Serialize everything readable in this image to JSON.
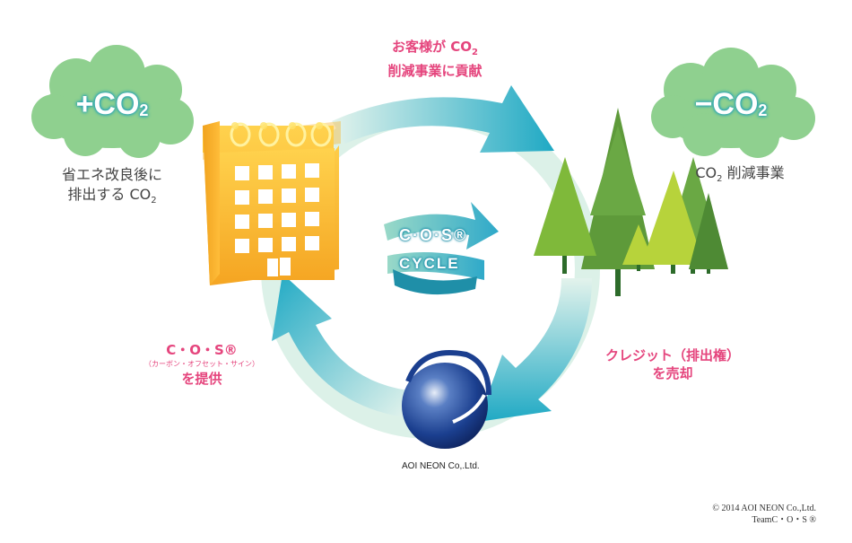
{
  "left_cloud": {
    "title": "+CO",
    "title_sub": "2",
    "caption_line1": "省エネ改良後に",
    "caption_line2": "排出する CO",
    "caption_sub": "2"
  },
  "right_cloud": {
    "title": "−CO",
    "title_sub": "2",
    "caption_pre": "CO",
    "caption_sub": "2",
    "caption_post": " 削減事業"
  },
  "top_label": {
    "line1_pre": "お客様が CO",
    "line1_sub": "2",
    "line2": "削減事業に貢献"
  },
  "right_label": {
    "line1": "クレジット（排出権）",
    "line2": "を売却"
  },
  "left_label": {
    "line1": "C・O・S®",
    "line2": "（カーボン・オフセット・サイン）",
    "line3": "を提供"
  },
  "center_logo": {
    "line1": "C·O·S®",
    "line2": "CYCLE"
  },
  "company": {
    "name": "AOI NEON Co,.Ltd."
  },
  "copyright": {
    "line1": "© 2014 AOI NEON Co.,Ltd.",
    "line2": "TeamC・O・S ®"
  },
  "colors": {
    "cycle_light": "#d6efe4",
    "arrow_teal": "#1fa9c4",
    "cloud": "#8fd08f",
    "pink": "#e5457d",
    "building": "#f5a623",
    "globe": "#1b3f8f"
  }
}
